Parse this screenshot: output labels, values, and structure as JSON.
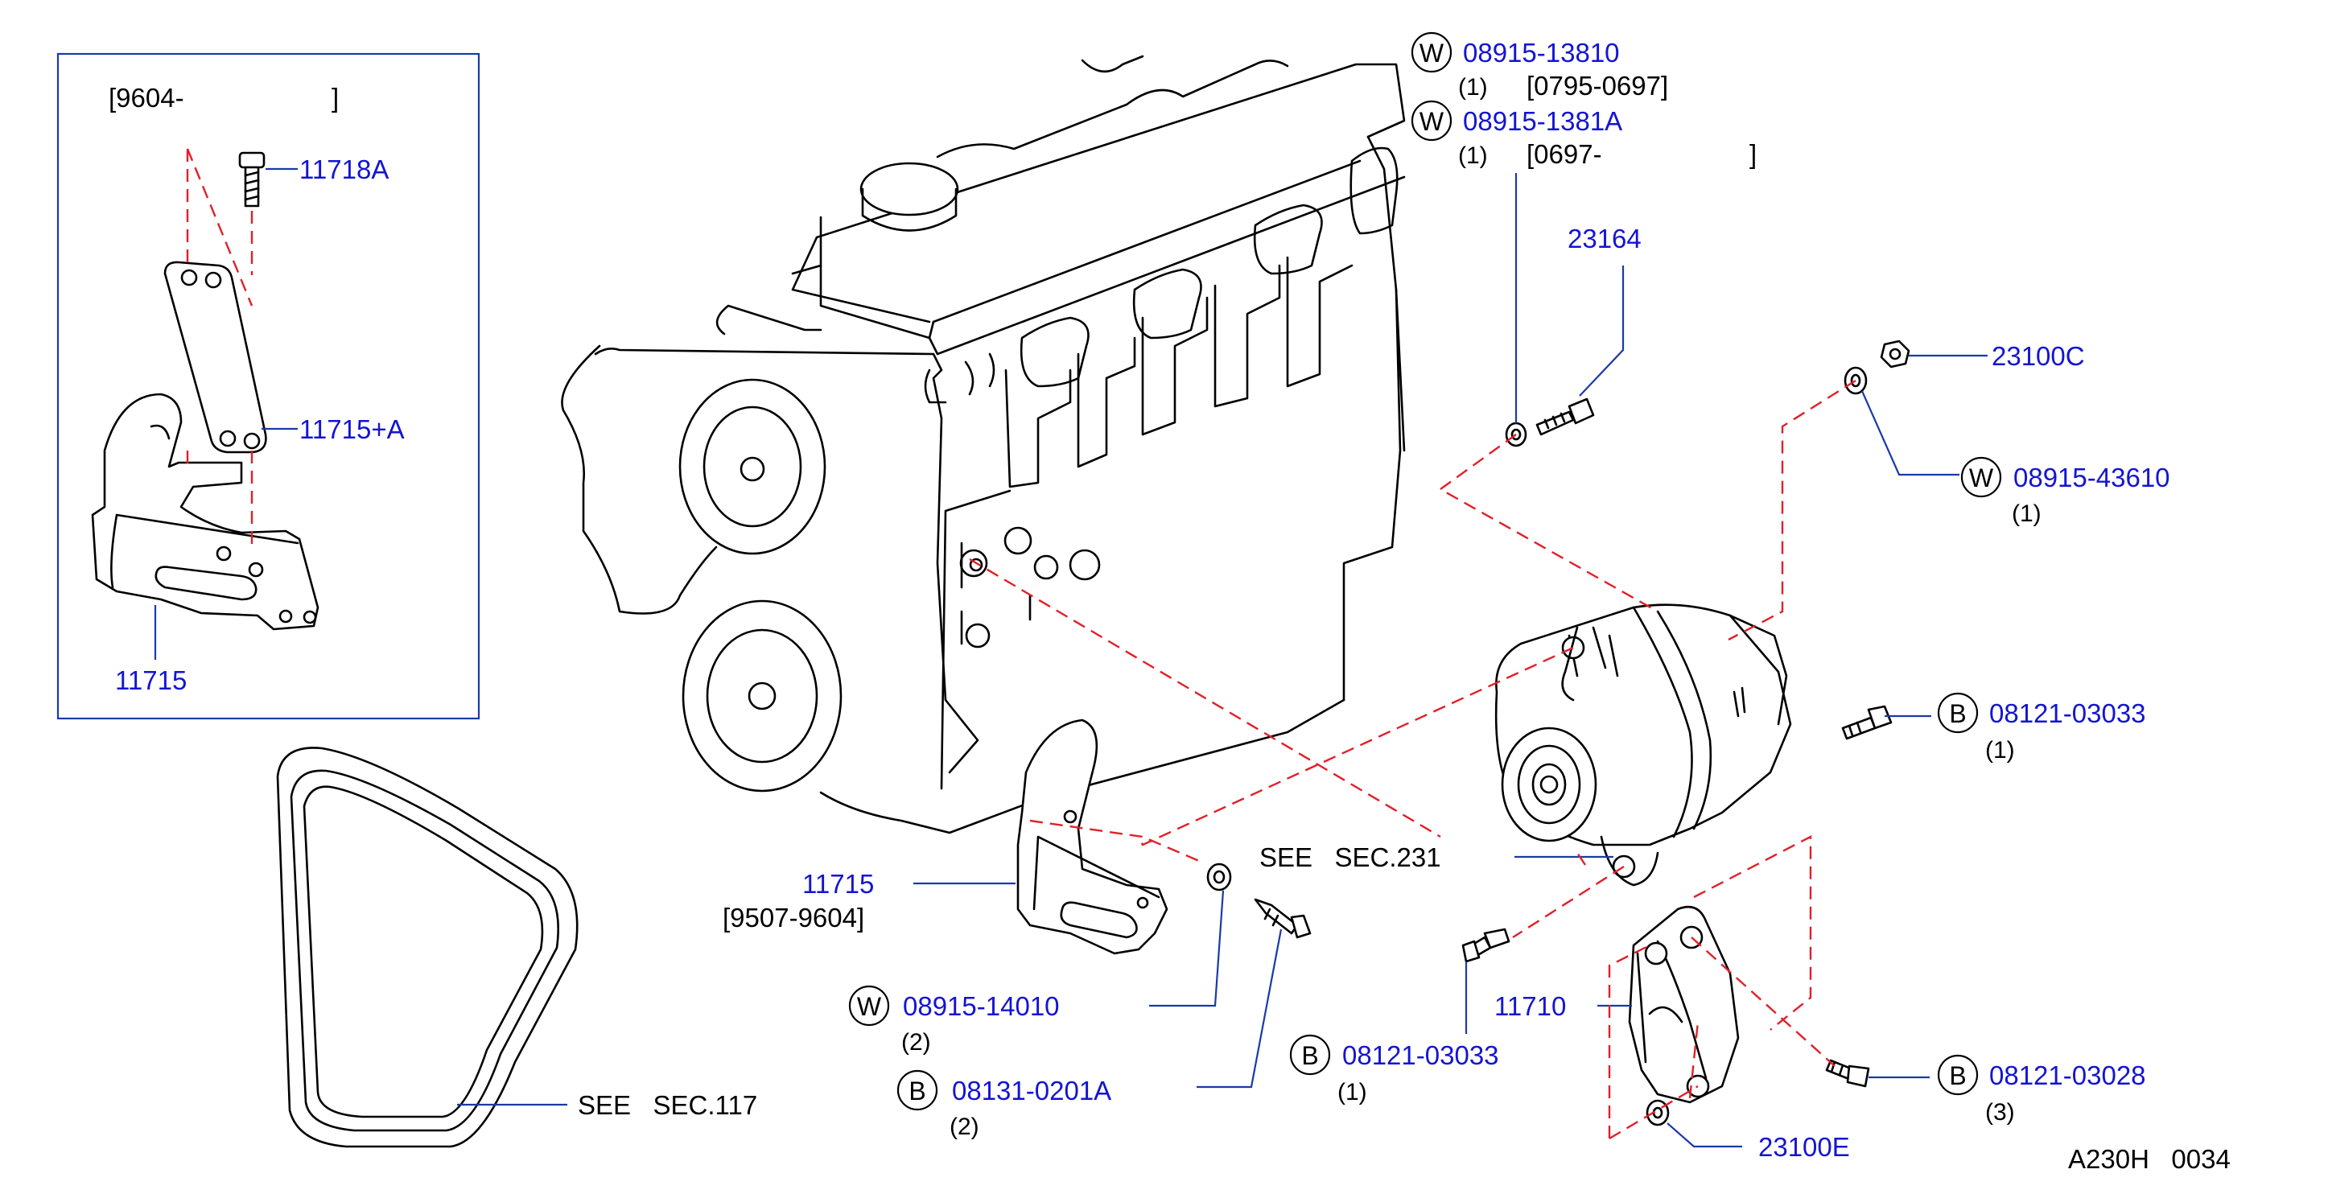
{
  "inset": {
    "range_label": "[9604-                    ]",
    "parts": {
      "bolt": "11718A",
      "plate": "11715+A",
      "bracket": "11715"
    }
  },
  "washers_top": [
    {
      "symbol": "W",
      "part": "08915-13810",
      "qty": "(1)",
      "range": "[0795-0697]"
    },
    {
      "symbol": "W",
      "part": "08915-1381A",
      "qty": "(1)",
      "range": "[0697-                    ]"
    }
  ],
  "parts": {
    "bolt_23164": "23164",
    "nut_23100C": "23100C",
    "washer_43610": {
      "symbol": "W",
      "part": "08915-43610",
      "qty": "(1)"
    },
    "bolt_right": {
      "symbol": "B",
      "part": "08121-03033",
      "qty": "(1)"
    },
    "see_231": "SEE   SEC.231",
    "bracket_main": {
      "part": "11715",
      "range": "[9507-9604]"
    },
    "washer_14010": {
      "symbol": "W",
      "part": "08915-14010",
      "qty": "(2)"
    },
    "bolt_0201A": {
      "symbol": "B",
      "part": "08131-0201A",
      "qty": "(2)"
    },
    "alt_bracket": "11710",
    "bolt_lower": {
      "symbol": "B",
      "part": "08121-03033",
      "qty": "(1)"
    },
    "bolt_03028": {
      "symbol": "B",
      "part": "08121-03028",
      "qty": "(3)"
    },
    "washer_23100E": "23100E",
    "see_117": "SEE   SEC.117"
  },
  "figure_code": "A230H   0034",
  "colors": {
    "part_number": "#1414d2",
    "dash": "#e0202a",
    "leader": "#1a3aa8"
  }
}
